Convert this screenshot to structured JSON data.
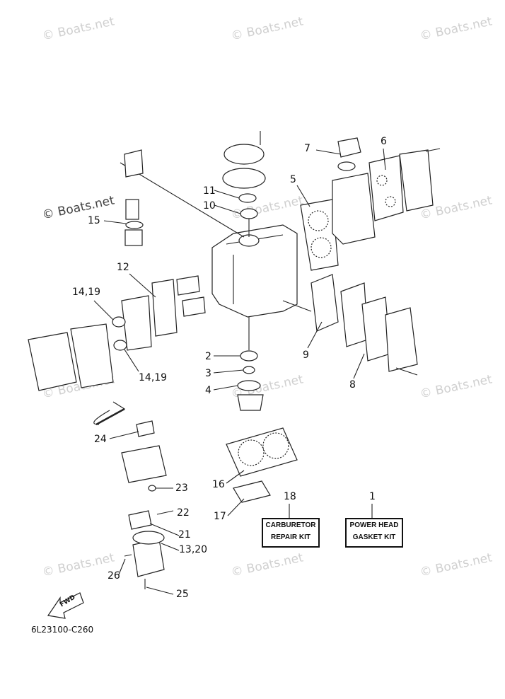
{
  "watermark": "© Boats.net",
  "callouts": {
    "c1": "1",
    "c2": "2",
    "c3": "3",
    "c4": "4",
    "c5": "5",
    "c6": "6",
    "c7": "7",
    "c8": "8",
    "c9": "9",
    "c10": "10",
    "c11": "11",
    "c12": "12",
    "c13_20": "13,20",
    "c14_19_top": "14,19",
    "c14_19_bottom": "14,19",
    "c15": "15",
    "c16": "16",
    "c17": "17",
    "c18": "18",
    "c21": "21",
    "c22": "22",
    "c23": "23",
    "c24": "24",
    "c25": "25",
    "c26": "26"
  },
  "kits": {
    "carburetor_line1": "CARBURETOR",
    "carburetor_line2": "REPAIR KIT",
    "powerhead_line1": "POWER HEAD",
    "powerhead_line2": "GASKET KIT"
  },
  "fwd_label": "FWD",
  "diagram_code": "6L23100-C260"
}
